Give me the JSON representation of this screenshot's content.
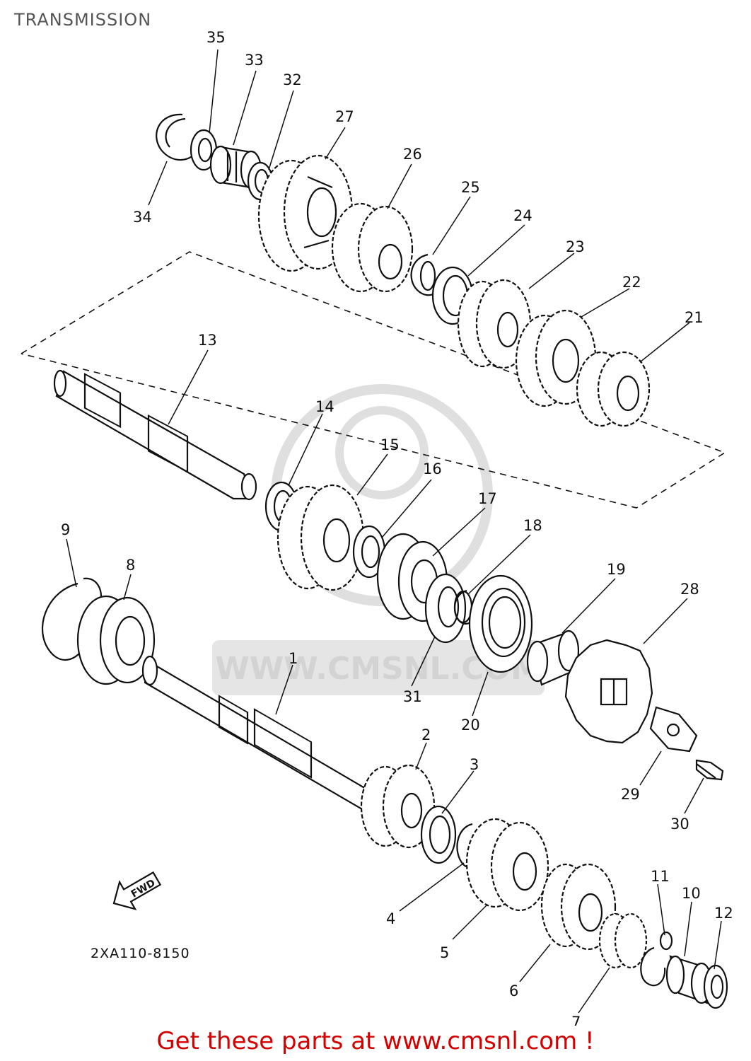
{
  "title": "TRANSMISSION",
  "diagram_code": "2XA110-8150",
  "fwd_label": "FWD",
  "watermark": "WWW.CMSNL.COM",
  "footer": "Get these parts at www.cmsnl.com !",
  "colors": {
    "footer": "#d40000",
    "title": "#555555",
    "ink": "#111111",
    "watermark": "#cfcfcf"
  },
  "callouts": {
    "p1": "1",
    "p2": "2",
    "p3": "3",
    "p4": "4",
    "p5": "5",
    "p6": "6",
    "p7": "7",
    "p8": "8",
    "p9": "9",
    "p10": "10",
    "p11": "11",
    "p12": "12",
    "p13": "13",
    "p14": "14",
    "p15": "15",
    "p16": "16",
    "p17": "17",
    "p18": "18",
    "p19": "19",
    "p20": "20",
    "p21": "21",
    "p22": "22",
    "p23": "23",
    "p24": "24",
    "p25": "25",
    "p26": "26",
    "p27": "27",
    "p28": "28",
    "p29": "29",
    "p30": "30",
    "p31": "31",
    "p32": "32",
    "p33": "33",
    "p34": "34",
    "p35": "35"
  }
}
